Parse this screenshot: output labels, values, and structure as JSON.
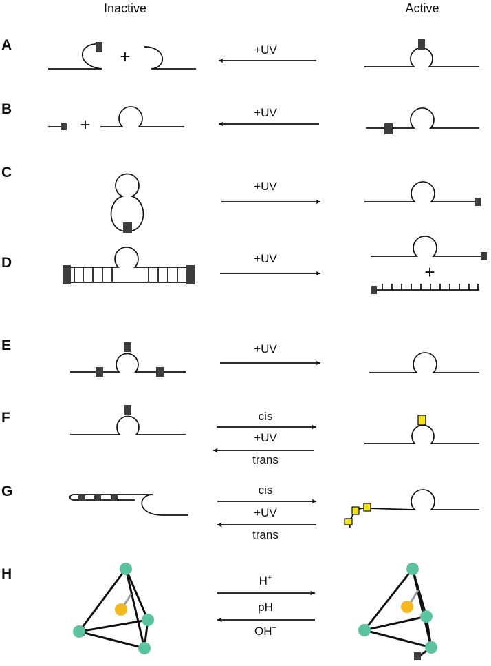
{
  "headers": {
    "inactive": "Inactive",
    "active": "Active"
  },
  "rows": [
    {
      "label": "A",
      "arrows": [
        {
          "direction": "left",
          "label": "+UV"
        }
      ]
    },
    {
      "label": "B",
      "arrows": [
        {
          "direction": "left",
          "label": "+UV"
        }
      ]
    },
    {
      "label": "C",
      "arrows": [
        {
          "direction": "right",
          "label": "+UV"
        }
      ]
    },
    {
      "label": "D",
      "arrows": [
        {
          "direction": "right",
          "label": "+UV"
        }
      ]
    },
    {
      "label": "E",
      "arrows": [
        {
          "direction": "right",
          "label": "+UV"
        }
      ]
    },
    {
      "label": "F",
      "arrows": [
        {
          "direction": "right",
          "label": "cis"
        },
        {
          "direction": "left",
          "label": "trans"
        }
      ],
      "condition": "+UV"
    },
    {
      "label": "G",
      "arrows": [
        {
          "direction": "right",
          "label": "cis"
        },
        {
          "direction": "left",
          "label": "trans"
        }
      ],
      "condition": "+UV"
    },
    {
      "label": "H",
      "arrows": [
        {
          "direction": "right",
          "label": "H+"
        },
        {
          "direction": "left",
          "label": "OH-"
        }
      ],
      "condition": "pH"
    }
  ],
  "plus_sign": "+",
  "colors": {
    "line": "#111111",
    "block": "#3d3d3d",
    "photoswitch": "#f3e21b",
    "vertex": "#5cc3a0",
    "ligand": "#f4b71f",
    "tether": "#9a9a9a"
  }
}
